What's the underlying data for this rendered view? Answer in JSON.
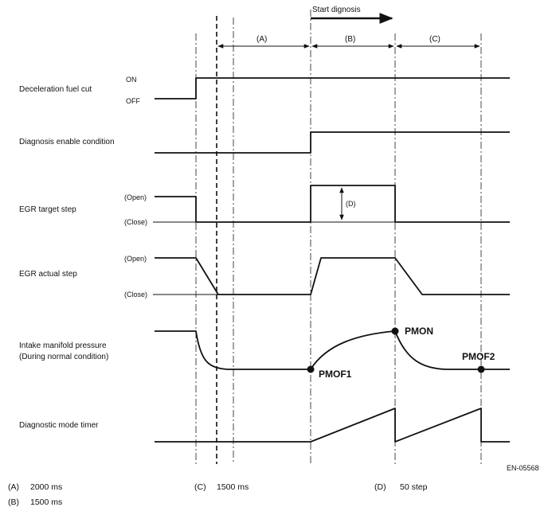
{
  "header": {
    "start_label": "Start dignosis"
  },
  "intervals": {
    "a": "(A)",
    "b": "(B)",
    "c": "(C)",
    "d": "(D)"
  },
  "signals": {
    "decel": {
      "label": "Deceleration fuel cut",
      "on": "ON",
      "off": "OFF"
    },
    "enable": {
      "label": "Diagnosis enable condition"
    },
    "egr_target": {
      "label": "EGR target step",
      "open": "(Open)",
      "close": "(Close)"
    },
    "egr_actual": {
      "label": "EGR actual step",
      "open": "(Open)",
      "close": "(Close)"
    },
    "intake": {
      "label_line1": "Intake manifold pressure",
      "label_line2": "(During normal condition)",
      "points": {
        "pmof1": "PMOF1",
        "pmon": "PMON",
        "pmof2": "PMOF2"
      }
    },
    "timer": {
      "label": "Diagnostic mode timer"
    }
  },
  "figure_code": "EN-05568",
  "legend": [
    {
      "key": "(A)",
      "value": "2000 ms"
    },
    {
      "key": "(B)",
      "value": "1500 ms"
    },
    {
      "key": "(C)",
      "value": "1500 ms"
    },
    {
      "key": "(D)",
      "value": "50 step"
    }
  ],
  "colors": {
    "ink": "#111111",
    "background": "#ffffff"
  }
}
